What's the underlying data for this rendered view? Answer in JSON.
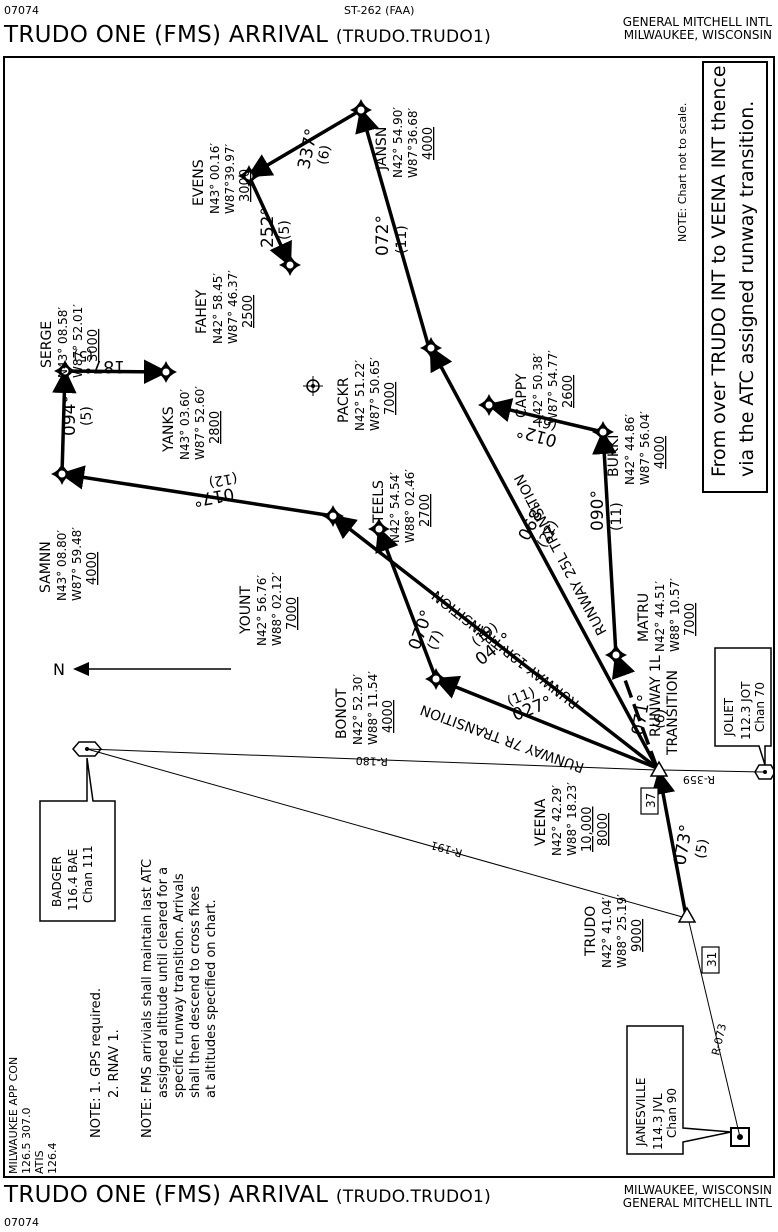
{
  "header": {
    "doc_number": "07074",
    "series": "ST-262 (FAA)",
    "title": "TRUDO ONE (FMS) ARRIVAL",
    "code": "(TRUDO.TRUDO1)",
    "airport": "GENERAL MITCHELL INTL",
    "city": "MILWAUKEE, WISCONSIN"
  },
  "footer": {
    "title": "TRUDO ONE (FMS) ARRIVAL",
    "code": "(TRUDO.TRUDO1)",
    "city": "MILWAUKEE, WISCONSIN",
    "airport": "GENERAL MITCHELL INTL",
    "doc_number": "07074"
  },
  "notes": {
    "not_to_scale": "NOTE: Chart not to scale.",
    "procedure_line1": "From over TRUDO INT to VEENA INT thence",
    "procedure_line2": "via the ATC assigned runway transition.",
    "gps": "NOTE: 1. GPS required.",
    "rnav": "2. RNAV 1.",
    "fms_line1": "NOTE: FMS arrivials shall maintain last ATC",
    "fms_line2": "assigned altitude until cleared for a",
    "fms_line3": "specific runway transition. Arrivals",
    "fms_line4": "shall then descend to cross fixes",
    "fms_line5": "at altitudes specified on chart."
  },
  "comms": {
    "line1": "MILWAUKEE APP CON",
    "line2": "126.5  307.0",
    "line3": "ATIS",
    "line4": "126.4"
  },
  "navaids": {
    "badger": {
      "name": "BADGER",
      "freq": "116.4  BAE",
      "chan": "Chan 111"
    },
    "joliet": {
      "name": "JOLIET",
      "freq": "112.3 JOT",
      "chan": "Chan 70"
    },
    "janesville": {
      "name": "JANESVILLE",
      "freq": "114.3 JVL",
      "chan": "Chan 90"
    }
  },
  "fixes": {
    "evens": {
      "name": "EVENS",
      "lat": "N43° 00.16′",
      "lon": "W87°39.97′",
      "alt": "3000"
    },
    "jansn": {
      "name": "JANSN",
      "lat": "N42° 54.90′",
      "lon": "W87°36.68′",
      "alt": "4000"
    },
    "fahey": {
      "name": "FAHEY",
      "lat": "N42° 58.45′",
      "lon": "W87° 46.37′",
      "alt": "2500"
    },
    "serge": {
      "name": "SERGE",
      "lat": "N43° 08.58′",
      "lon": "W87° 52.01′",
      "alt": "3000"
    },
    "packr": {
      "name": "PACKR",
      "lat": "N42° 51.22′",
      "lon": "W87° 50.65′",
      "alt": "7000"
    },
    "cappy": {
      "name": "CAPPY",
      "lat": "N42° 50.38′",
      "lon": "W87° 54.77′",
      "alt": "2600"
    },
    "yanks": {
      "name": "YANKS",
      "lat": "N43° 03.60′",
      "lon": "W87° 52.60′",
      "alt": "2800"
    },
    "bukki": {
      "name": "BUKKI",
      "lat": "N42° 44.86′",
      "lon": "W87° 56.04′",
      "alt": "4000"
    },
    "teels": {
      "name": "TEELS",
      "lat": "N42° 54.54′",
      "lon": "W88° 02.46′",
      "alt": "2700"
    },
    "samnn": {
      "name": "SAMNN",
      "lat": "N43° 08.80′",
      "lon": "W87° 59.48′",
      "alt": "4000"
    },
    "yount": {
      "name": "YOUNT",
      "lat": "N42° 56.76′",
      "lon": "W88° 02.12′",
      "alt": "7000"
    },
    "matru": {
      "name": "MATRU",
      "lat": "N42° 44.51′",
      "lon": "W88° 10.57′",
      "alt": "7000"
    },
    "bonot": {
      "name": "BONOT",
      "lat": "N42° 52.30′",
      "lon": "W88° 11.54′",
      "alt": "4000"
    },
    "veena": {
      "name": "VEENA",
      "lat": "N42° 42.29′",
      "lon": "W88° 18.23′",
      "alt1": "10,000",
      "alt2": "8000"
    },
    "trudo": {
      "name": "TRUDO",
      "lat": "N42° 41.04′",
      "lon": "W88° 25.19′",
      "alt": "9000"
    }
  },
  "legs": {
    "evens_fahey_crs": "252°",
    "evens_fahey_dist": "(5)",
    "jansn_evens_crs": "337°",
    "jansn_evens_dist": "(6)",
    "packr_jansn_crs": "072°",
    "packr_jansn_dist": "(11)",
    "samnn_serge_crs": "094°",
    "samnn_serge_dist": "(5)",
    "serge_yanks_crs": "187°",
    "serge_yanks_dist": "(5)",
    "yount_samnn_crs": "017°",
    "yount_samnn_dist": "(12)",
    "cappy_bukki_crs": "012°",
    "cappy_bukki_dist": "(6)",
    "matru_bukki_crs": "090°",
    "matru_bukki_dist": "(11)",
    "veena_packr_crs": "068°",
    "veena_packr_dist": "(22)",
    "veena_yount_crs": "041°",
    "veena_yount_dist": "(19)",
    "bonot_teels_crs": "070°",
    "bonot_teels_dist": "(7)",
    "veena_bonot_crs": "027°",
    "veena_bonot_dist": "(11)",
    "veena_matru_crs": "071°",
    "veena_matru_dist": "(6)",
    "trudo_veena_crs": "073°",
    "trudo_veena_dist": "(5)",
    "mea_37": "37",
    "mea_31": "31",
    "r180": "R-180",
    "r191": "R-191",
    "r359": "R-359",
    "r073": "R-073"
  },
  "transitions": {
    "rwy25l": "RUNWAY 25L TRANSITION",
    "rwy19r": "RUNWAY 19R TRANSITION",
    "rwy7r": "RUNWAY 7R TRANSITION",
    "rwy1l_a": "RUNWAY 1L",
    "rwy1l_b": "TRANSITION"
  },
  "north_label": "N"
}
